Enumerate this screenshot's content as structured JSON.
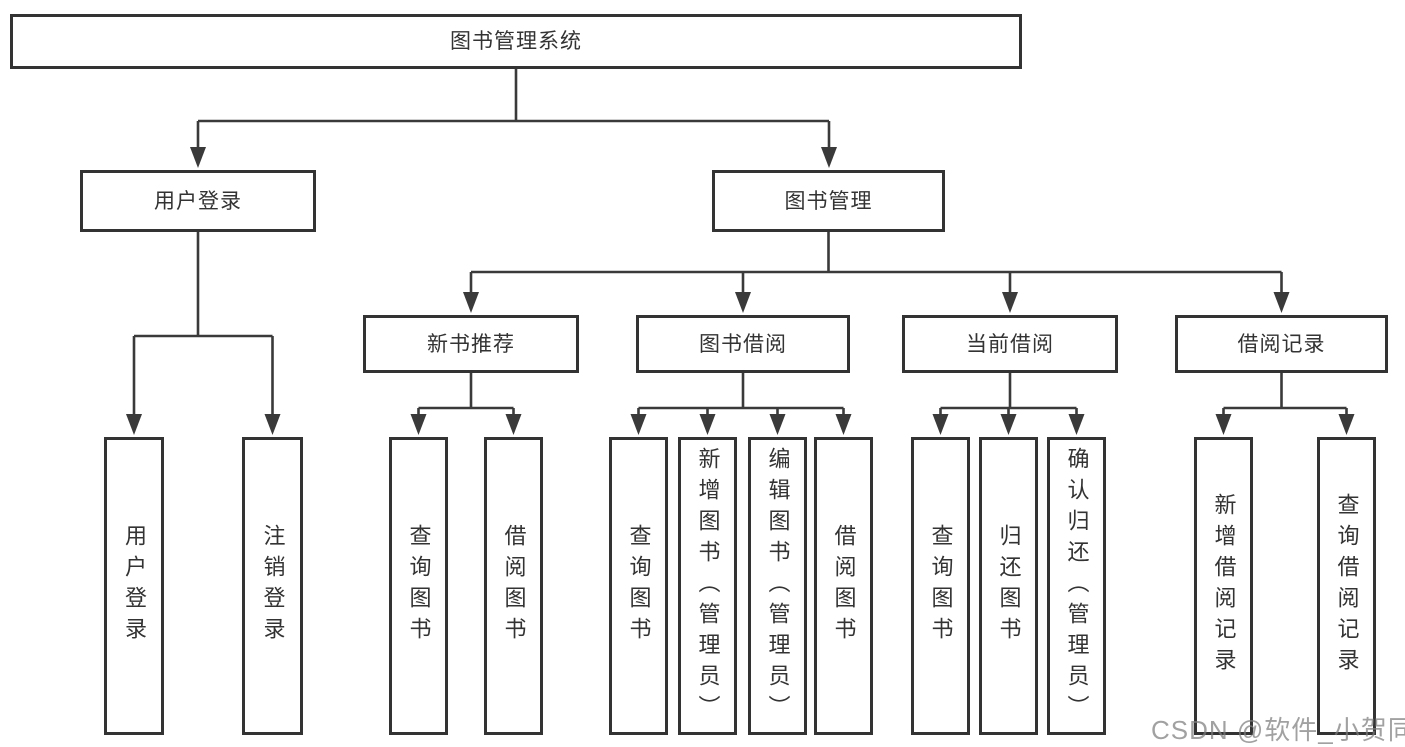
{
  "diagram": {
    "root": {
      "label": "图书管理系统"
    },
    "level1": [
      {
        "label": "用户登录"
      },
      {
        "label": "图书管理"
      }
    ],
    "level2": [
      {
        "label": "新书推荐"
      },
      {
        "label": "图书借阅"
      },
      {
        "label": "当前借阅"
      },
      {
        "label": "借阅记录"
      }
    ],
    "leaves": [
      {
        "label": "用户登录"
      },
      {
        "label": "注销登录"
      },
      {
        "label": "查询图书"
      },
      {
        "label": "借阅图书"
      },
      {
        "label": "查询图书"
      },
      {
        "label": "新增图书（管理员）"
      },
      {
        "label": "编辑图书（管理员）"
      },
      {
        "label": "借阅图书"
      },
      {
        "label": "查询图书"
      },
      {
        "label": "归还图书"
      },
      {
        "label": "确认归还（管理员）"
      },
      {
        "label": "新增借阅记录"
      },
      {
        "label": "查询借阅记录"
      }
    ],
    "watermark": {
      "label": "CSDN @软件_小贺同学"
    },
    "colors": {
      "line": "#3a3a3a",
      "box_border": "#333333",
      "text": "#333333",
      "background": "#ffffff",
      "watermark_text": "#9a9a9a"
    }
  }
}
